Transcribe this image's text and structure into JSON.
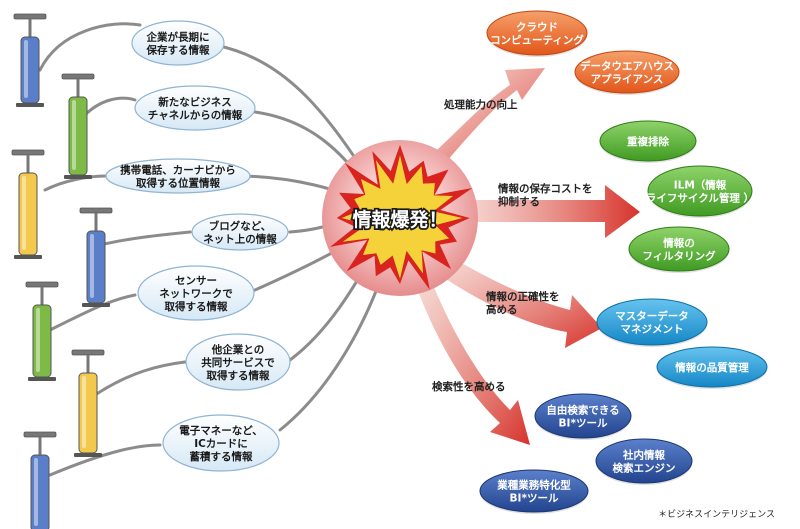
{
  "center": {
    "label": "情報爆発！"
  },
  "sources": [
    {
      "lines": [
        "企業が長期に",
        "保存する情報"
      ],
      "pump_color": "blue"
    },
    {
      "lines": [
        "新たなビジネス",
        "チャネルからの情報"
      ],
      "pump_color": "green"
    },
    {
      "lines": [
        "携帯電話、カーナビから",
        "取得する位置情報"
      ],
      "pump_color": "yellow"
    },
    {
      "lines": [
        "ブログなど、",
        "ネット上の情報"
      ],
      "pump_color": "blue"
    },
    {
      "lines": [
        "センサー",
        "ネットワークで",
        "取得する情報"
      ],
      "pump_color": "green"
    },
    {
      "lines": [
        "他企業との",
        "共同サービスで",
        "取得する情報"
      ],
      "pump_color": "yellow"
    },
    {
      "lines": [
        "電子マネーなど、",
        "ICカードに",
        "蓄積する情報"
      ],
      "pump_color": "blue"
    }
  ],
  "branches": [
    {
      "label_lines": [
        "処理能力の向上"
      ],
      "color": "#e8641e",
      "targets": [
        {
          "lines": [
            "クラウド",
            "コンピューティング"
          ]
        },
        {
          "lines": [
            "データウエアハウス",
            "アプライアンス"
          ]
        }
      ]
    },
    {
      "label_lines": [
        "情報の保存コストを",
        "抑制する"
      ],
      "color": "#4cae2c",
      "targets": [
        {
          "lines": [
            "重複排除"
          ]
        },
        {
          "lines": [
            "ILM（情報",
            "ライフサイクル管理 ）"
          ]
        },
        {
          "lines": [
            "情報の",
            "フィルタリング"
          ]
        }
      ]
    },
    {
      "label_lines": [
        "情報の正確性を",
        "高める"
      ],
      "color": "#1e9fd8",
      "targets": [
        {
          "lines": [
            "マスターデータ",
            "マネジメント"
          ]
        },
        {
          "lines": [
            "情報の品質管理"
          ]
        }
      ]
    },
    {
      "label_lines": [
        "検索性を高める"
      ],
      "color": "#2f57a8",
      "targets": [
        {
          "lines": [
            "自由検索できる",
            "BI*ツール"
          ]
        },
        {
          "lines": [
            "社内情報",
            "検索エンジン"
          ]
        },
        {
          "lines": [
            "業種業務特化型",
            "BI*ツール"
          ]
        }
      ]
    }
  ],
  "footnote": "＊ビジネスインテリジェンス",
  "colors": {
    "pump_blue": "#5b7ec9",
    "pump_green": "#7dbb46",
    "pump_yellow": "#f2c94c",
    "source_bubble": "#e8f2fa",
    "arrow_red": "#d6322a",
    "center_fill": "#f2a9a9",
    "burst_red": "#d8231e",
    "burst_yellow": "#f6d23a"
  }
}
